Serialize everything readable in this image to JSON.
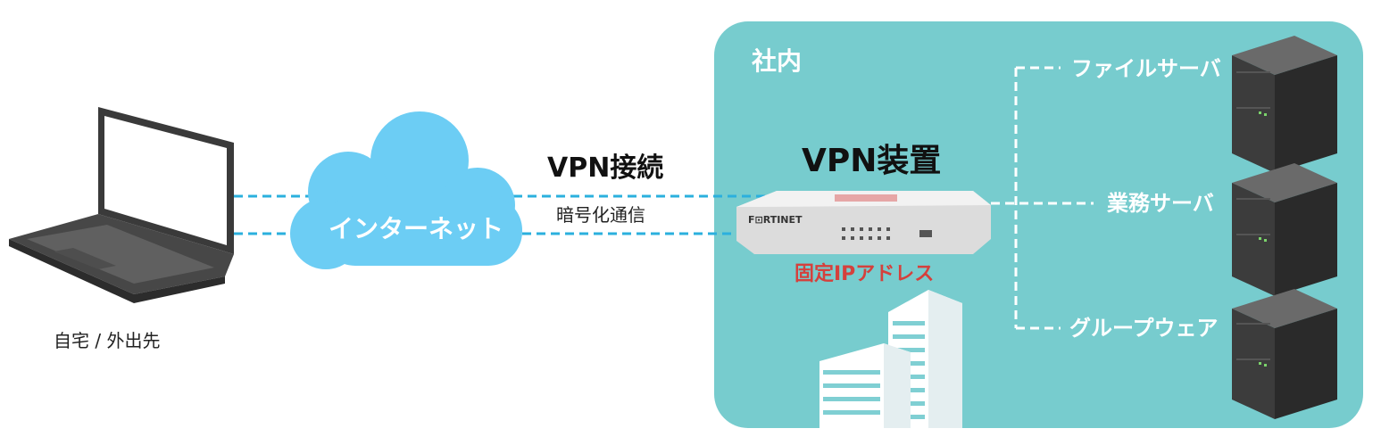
{
  "office": {
    "label": "社内",
    "bg_color": "#77ccce"
  },
  "home": {
    "label": "自宅 / 外出先"
  },
  "internet": {
    "label": "インターネット",
    "cloud_color": "#6ccdf4"
  },
  "connection": {
    "title": "VPN接続",
    "subtitle": "暗号化通信",
    "line_color": "#2bb0de"
  },
  "vpn_device": {
    "title": "VPN装置",
    "brand": "F⊡RTINET",
    "ip_label": "固定IPアドレス",
    "ip_color": "#d5403c"
  },
  "servers": [
    {
      "label": "ファイルサーバ"
    },
    {
      "label": "業務サーバ"
    },
    {
      "label": "グループウェア"
    }
  ]
}
